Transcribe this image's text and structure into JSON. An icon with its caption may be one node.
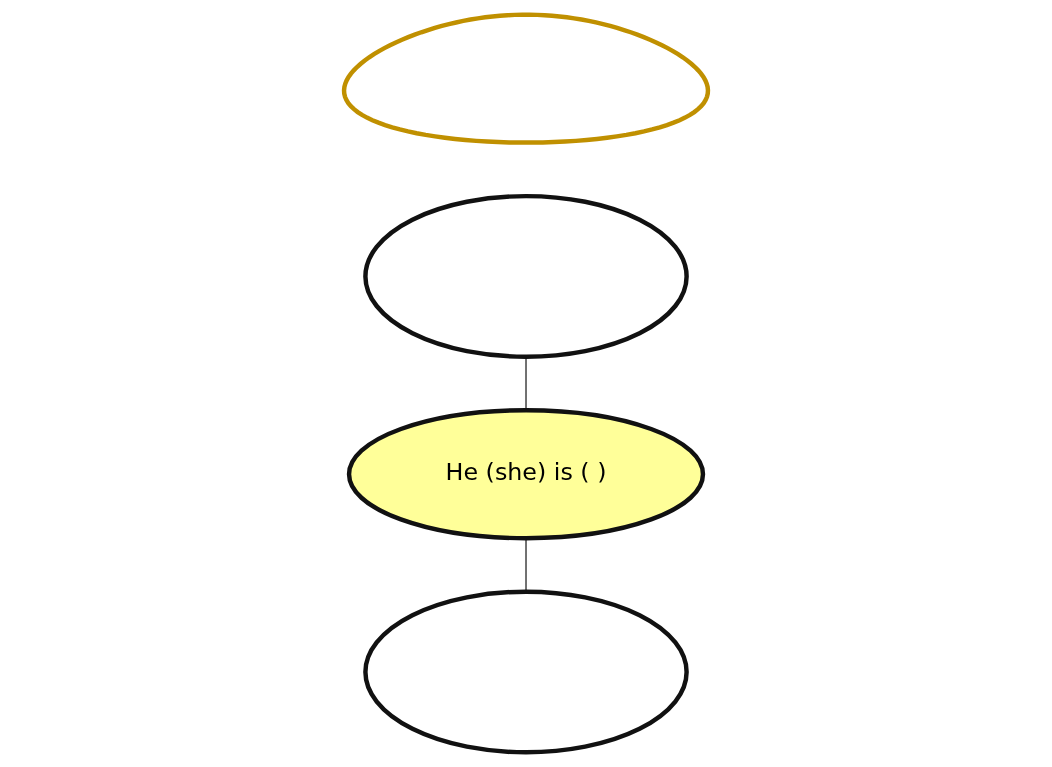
{
  "diagram": {
    "nodes": [
      {
        "text": [],
        "shape": "cloud"
      },
      {
        "text": [],
        "shape": "ellipse"
      },
      {
        "text": [
          "He (she) is ( )"
        ]
      },
      {
        "text": [],
        "shape": "ellipse"
      }
    ],
    "edges": [
      {
        "from": 1,
        "to": 2,
        "arrow": "none"
      },
      {
        "from": 2,
        "to": 3,
        "arrow": "none"
      }
    ]
  }
}
